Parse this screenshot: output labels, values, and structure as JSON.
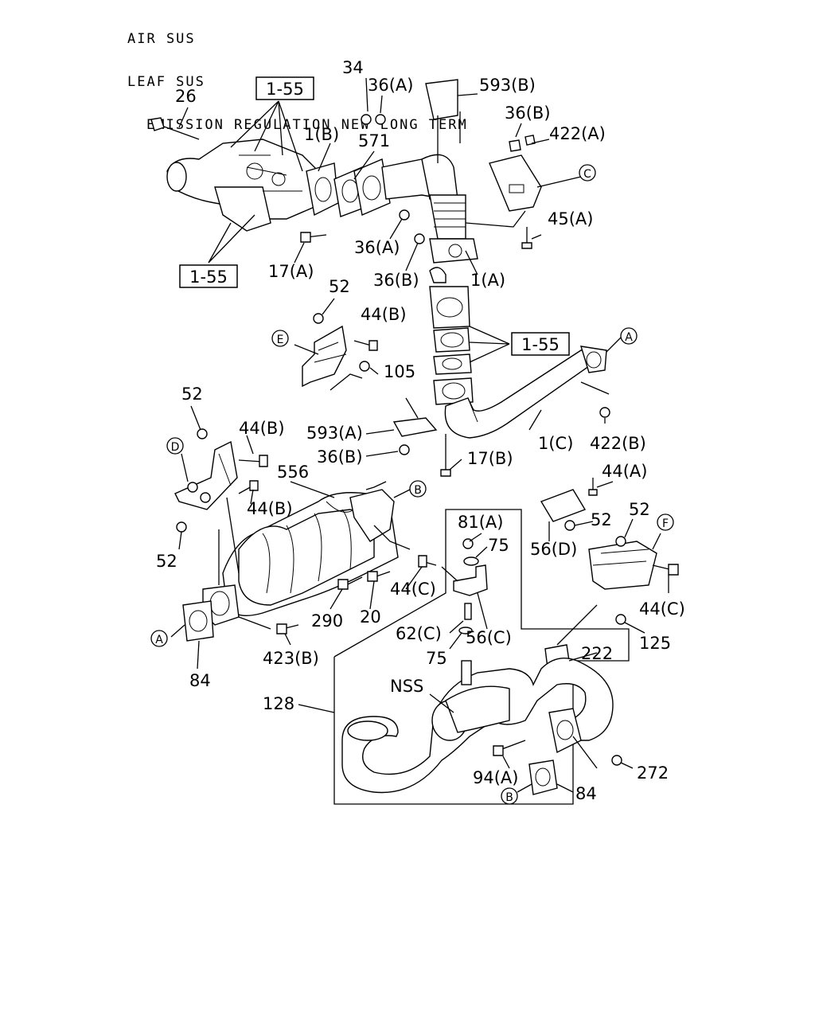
{
  "header": {
    "line1": "AIR SUS",
    "line2": "LEAF SUS",
    "line3": "EMISSION REGULATION NEW LONG TERM"
  },
  "diagram": {
    "boxed_refs": [
      "1-55",
      "1-55",
      "1-55"
    ],
    "circle_refs": [
      "A",
      "A",
      "B",
      "B",
      "C",
      "D",
      "E",
      "F"
    ],
    "labels": [
      "34",
      "36(A)",
      "593(B)",
      "26",
      "1(B)",
      "571",
      "36(B)",
      "422(A)",
      "45(A)",
      "36(A)",
      "17(A)",
      "36(B)",
      "1(A)",
      "52",
      "44(B)",
      "105",
      "593(A)",
      "36(B)",
      "17(B)",
      "1(C)",
      "422(B)",
      "52",
      "44(B)",
      "556",
      "44(B)",
      "52",
      "44(A)",
      "81(A)",
      "75",
      "52",
      "56(D)",
      "52",
      "44(C)",
      "290",
      "20",
      "62(C)",
      "56(C)",
      "44(C)",
      "125",
      "75",
      "222",
      "423(B)",
      "84",
      "NSS",
      "128",
      "94(A)",
      "84",
      "272"
    ]
  }
}
